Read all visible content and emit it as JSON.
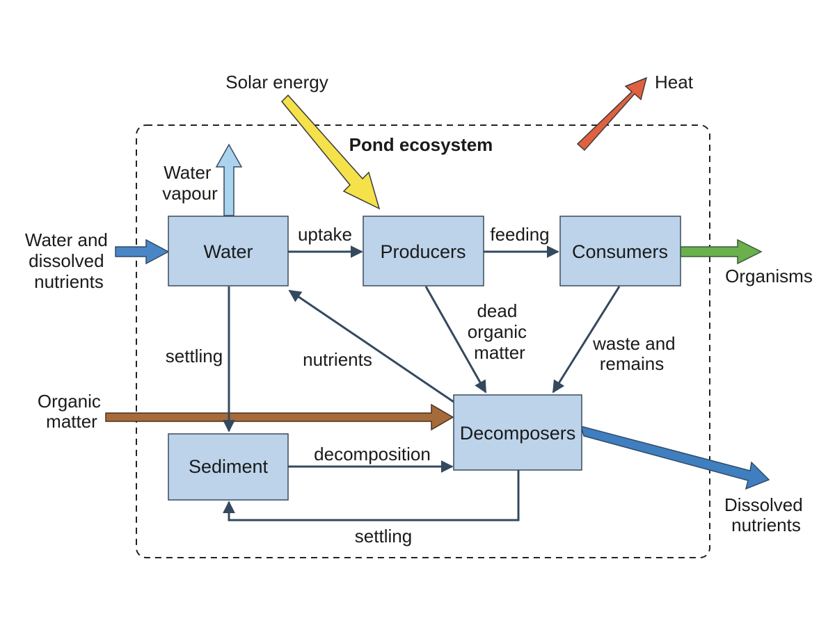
{
  "title": "Pond ecosystem",
  "colors": {
    "box_fill": "#bcd3ea",
    "flow_line": "#34495e",
    "solar_energy": "#f5e14a",
    "heat": "#e06040",
    "water_vapour": "#a9d3ef",
    "water_input": "#4a86c5",
    "organisms_output": "#6ab04c",
    "organic_matter_input": "#a66b3a",
    "dissolved_nutrients_output": "#3f7fc0"
  },
  "boxes": {
    "water": "Water",
    "producers": "Producers",
    "consumers": "Consumers",
    "decomposers": "Decomposers",
    "sediment": "Sediment"
  },
  "external": {
    "solar_energy": "Solar energy",
    "heat": "Heat",
    "water_vapour": [
      "Water",
      "vapour"
    ],
    "water_input": [
      "Water and",
      "dissolved",
      "nutrients"
    ],
    "organisms": "Organisms",
    "organic_matter": [
      "Organic",
      "matter"
    ],
    "dissolved_nutrients": [
      "Dissolved",
      "nutrients"
    ]
  },
  "flows": {
    "uptake": "uptake",
    "feeding": "feeding",
    "dead_organic_matter": [
      "dead",
      "organic",
      "matter"
    ],
    "waste_and_remains": [
      "waste and",
      "remains"
    ],
    "nutrients": "nutrients",
    "settling_water": "settling",
    "decomposition": "decomposition",
    "settling_bottom": "settling"
  }
}
